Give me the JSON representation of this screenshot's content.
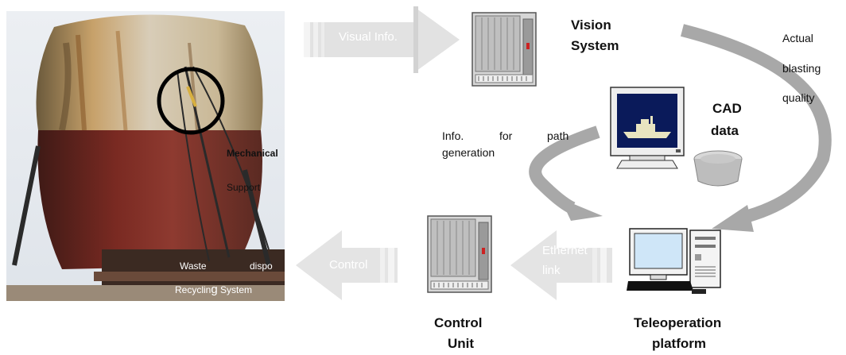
{
  "ship_photo": {
    "mechanical_label": "Mechanical",
    "support_label": "Support",
    "waste_label": "Waste",
    "disposal_label": "dispo",
    "recycling_label_a": "Recycli",
    "recycling_label_b": "n",
    "recycling_label_c": "g",
    "recycling_label_d": " System"
  },
  "arrows": {
    "visual_info": "Visual Info.",
    "control": "Control",
    "ethernet": "Ethernet",
    "link": "link"
  },
  "labels": {
    "vision_system_1": "Vision",
    "vision_system_2": "System",
    "actual": "Actual",
    "blasting": "blasting",
    "quality": "quality",
    "cad_1": "CAD",
    "cad_2": "data",
    "info_1": "Info.",
    "info_for": "for",
    "info_path": "path",
    "info_2": "generation",
    "control_unit_1": "Control",
    "control_unit_2": "Unit",
    "teleop_1": "Teleoperation",
    "teleop_2": "platform"
  },
  "colors": {
    "arrow_light": "#e6e6e6",
    "arrow_mid": "#c8c8c8",
    "curve_gray": "#a8a8a8",
    "hull_red": "#7a2a22",
    "rust": "#b8823a"
  }
}
